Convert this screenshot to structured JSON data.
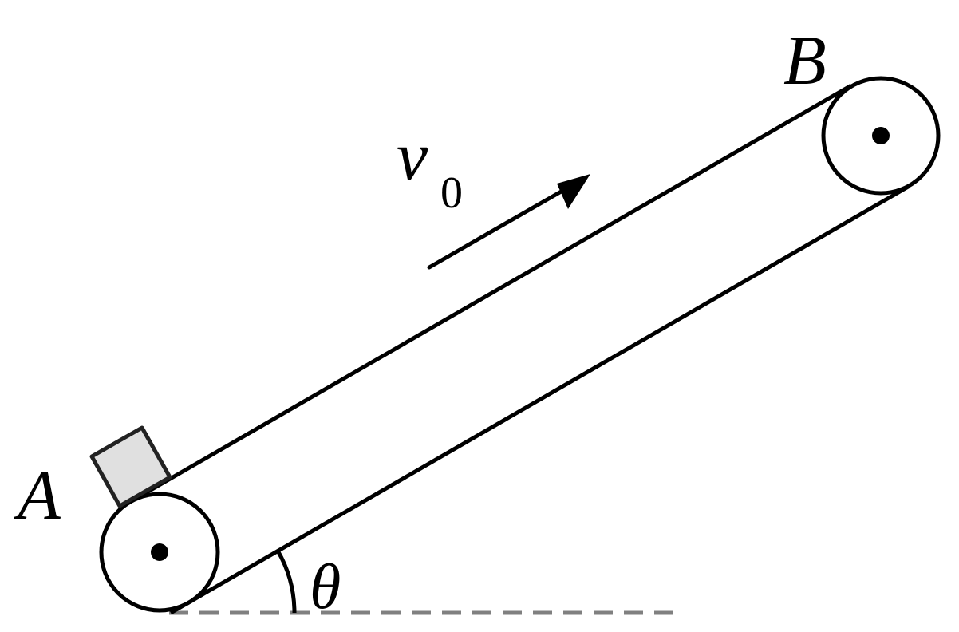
{
  "labels": {
    "point_a": "A",
    "point_b": "B",
    "velocity": "v",
    "velocity_subscript": "0",
    "angle": "θ"
  },
  "colors": {
    "stroke": "#000000",
    "block_fill": "#e0e0e0",
    "dashed_line": "#808080"
  }
}
